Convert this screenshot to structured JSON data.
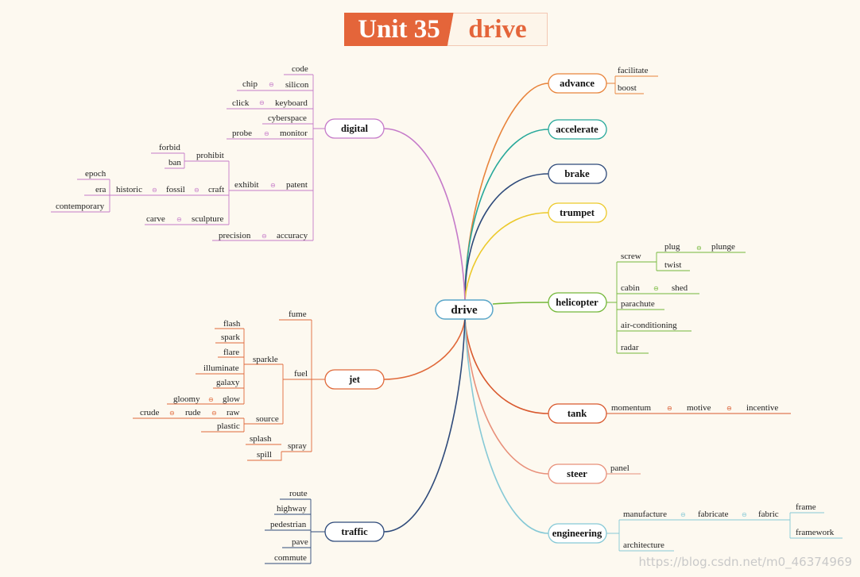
{
  "title": {
    "unit": "Unit 35",
    "word": "drive"
  },
  "root": "drive",
  "colors": {
    "advance": "#e8833a",
    "accelerate": "#27a89a",
    "brake": "#2e4a7a",
    "trumpet": "#ecc92a",
    "helicopter": "#74b83a",
    "tank": "#d9592e",
    "steer": "#e8907a",
    "engineering": "#86c9d6",
    "digital": "#c57ac9",
    "jet": "#e0693a",
    "traffic": "#2e4a7a"
  },
  "branches": {
    "advance": {
      "label": "advance",
      "items": [
        "facilitate",
        "boost"
      ]
    },
    "accelerate": {
      "label": "accelerate"
    },
    "brake": {
      "label": "brake"
    },
    "trumpet": {
      "label": "trumpet"
    },
    "helicopter": {
      "label": "helicopter",
      "screw": "screw",
      "plug": "plug",
      "plunge": "plunge",
      "twist": "twist",
      "cabin": "cabin",
      "shed": "shed",
      "parachute": "parachute",
      "aircon": "air-conditioning",
      "radar": "radar"
    },
    "tank": {
      "label": "tank",
      "momentum": "momentum",
      "motive": "motive",
      "incentive": "incentive"
    },
    "steer": {
      "label": "steer",
      "panel": "panel"
    },
    "engineering": {
      "label": "engineering",
      "manufacture": "manufacture",
      "fabricate": "fabricate",
      "fabric": "fabric",
      "frame": "frame",
      "framework": "framework",
      "architecture": "architecture"
    },
    "digital": {
      "label": "digital",
      "code": "code",
      "chip": "chip",
      "silicon": "silicon",
      "click": "click",
      "keyboard": "keyboard",
      "cyberspace": "cyberspace",
      "probe": "probe",
      "monitor": "monitor",
      "patent": "patent",
      "exhibit": "exhibit",
      "prohibit": "prohibit",
      "forbid": "forbid",
      "ban": "ban",
      "craft": "craft",
      "fossil": "fossil",
      "historic": "historic",
      "epoch": "epoch",
      "era": "era",
      "contemporary": "contemporary",
      "sculpture": "sculpture",
      "carve": "carve",
      "accuracy": "accuracy",
      "precision": "precision"
    },
    "jet": {
      "label": "jet",
      "fume": "fume",
      "fuel": "fuel",
      "sparkle": "sparkle",
      "flash": "flash",
      "spark": "spark",
      "flare": "flare",
      "illuminate": "illuminate",
      "galaxy": "galaxy",
      "glow": "glow",
      "gloomy": "gloomy",
      "source": "source",
      "raw": "raw",
      "rude": "rude",
      "crude": "crude",
      "plastic": "plastic",
      "spray": "spray",
      "splash": "splash",
      "spill": "spill"
    },
    "traffic": {
      "label": "traffic",
      "items": [
        "route",
        "highway",
        "pedestrian",
        "pave",
        "commute"
      ]
    }
  },
  "watermark": "https://blog.csdn.net/m0_46374969"
}
